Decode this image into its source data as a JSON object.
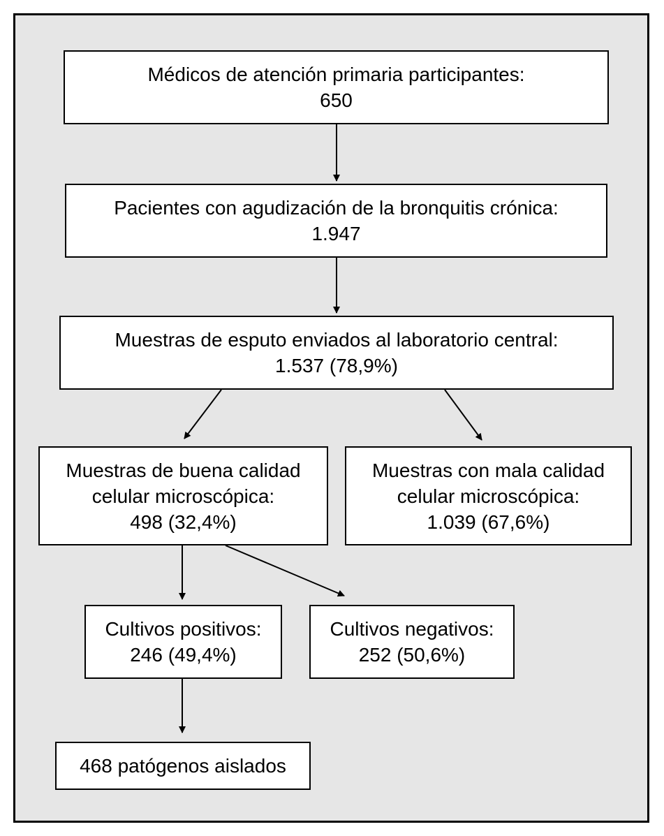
{
  "boxes": {
    "medicos": {
      "line1": "Médicos de atención primaria participantes:",
      "line2": "650"
    },
    "pacientes": {
      "line1": "Pacientes con agudización de la bronquitis crónica:",
      "line2": "1.947"
    },
    "muestras": {
      "line1": "Muestras de esputo enviados al laboratorio central:",
      "line2": "1.537 (78,9%)"
    },
    "buena": {
      "line1": "Muestras de buena calidad",
      "line2": "celular microscópica:",
      "line3": "498 (32,4%)"
    },
    "mala": {
      "line1": "Muestras con mala calidad",
      "line2": "celular microscópica:",
      "line3": "1.039 (67,6%)"
    },
    "positivos": {
      "line1": "Cultivos positivos:",
      "line2": "246 (49,4%)"
    },
    "negativos": {
      "line1": "Cultivos negativos:",
      "line2": "252 (50,6%)"
    },
    "patogenos": {
      "line1": "468 patógenos aislados"
    }
  },
  "colors": {
    "frame_bg": "#e6e6e6",
    "box_bg": "#ffffff",
    "line": "#000000"
  }
}
